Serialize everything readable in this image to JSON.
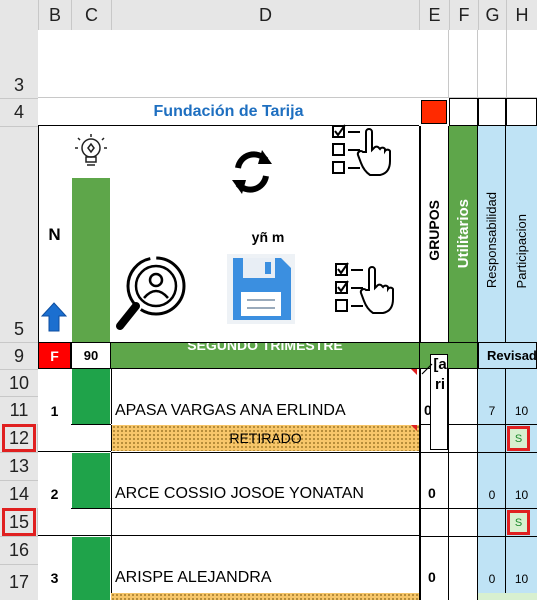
{
  "columns": [
    "B",
    "C",
    "D",
    "E",
    "F",
    "G",
    "H"
  ],
  "row_numbers": [
    "3",
    "4",
    "5",
    "9",
    "10",
    "11",
    "12",
    "13",
    "14",
    "15",
    "16",
    "17"
  ],
  "sheet": {
    "org_title": "Fundación de Tarija",
    "n_label": "N",
    "ym_label": "yñ m",
    "grupos": "GRUPOS",
    "utilitarios": "Utilitarios",
    "responsabilidad": "Responsabilidad",
    "participacion": "Participacion",
    "f_label": "F",
    "count_90": "90",
    "trimestre": "SEGUNDO TRIMESTRE",
    "revisad": "Revisad",
    "lari": "[ari",
    "students": [
      {
        "num": "1",
        "name": "APASA  VARGAS ANA ERLINDA",
        "e": "0",
        "g": "7",
        "h": "10",
        "status": "RETIRADO",
        "h2": "S"
      },
      {
        "num": "2",
        "name": "ARCE  COSSIO JOSOE YONATAN",
        "e": "0",
        "g": "0",
        "h": "10",
        "h2": "S"
      },
      {
        "num": "3",
        "name": "ARISPE ALEJANDRA",
        "e": "0",
        "g": "0",
        "h": "10"
      }
    ]
  },
  "colors": {
    "accent_red": "#e02020",
    "green": "#1fa34a",
    "light_blue": "#bfe3f5",
    "title_blue": "#1e6fc0"
  }
}
